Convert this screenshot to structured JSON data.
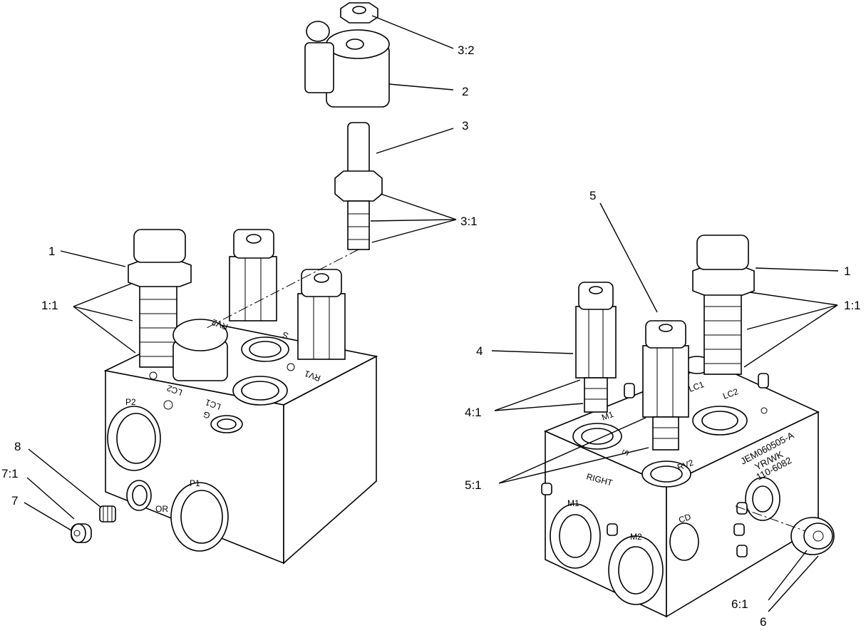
{
  "callouts": {
    "c32": "3:2",
    "c2": "2",
    "c3": "3",
    "c31": "3:1",
    "c5": "5",
    "c1_left": "1",
    "c11_left": "1:1",
    "c1_right": "1",
    "c11_right": "1:1",
    "c4": "4",
    "c41": "4:1",
    "c51": "5:1",
    "c8": "8",
    "c71": "7:1",
    "c7": "7",
    "c61": "6:1",
    "c6": "6"
  },
  "ports_left": {
    "p2": "P2",
    "p1": "P1",
    "or": "OR",
    "lc2": "LC2",
    "lc1": "LC1",
    "g": "G",
    "rv2": "RV2",
    "s": "S",
    "rv1": "RV1"
  },
  "ports_right": {
    "lc1": "LC1",
    "lc2": "LC2",
    "rv2": "RV2",
    "m1_top": "M1",
    "s": "S",
    "right": "RIGHT",
    "m1": "M1",
    "m2": "M2",
    "cd": "CD"
  },
  "stamp": {
    "line1": "JEM060505-A",
    "line2": "YR/WK",
    "line3": "110-6082"
  }
}
